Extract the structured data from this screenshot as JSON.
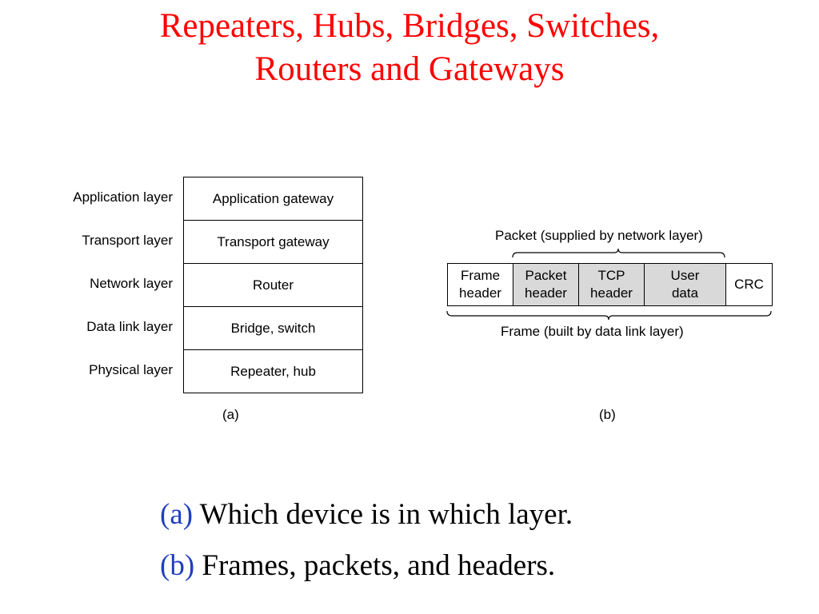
{
  "title": {
    "line1": "Repeaters, Hubs, Bridges, Switches,",
    "line2": "Routers and Gateways"
  },
  "diagram_a": {
    "layers": [
      {
        "layer": "Application layer",
        "device": "Application gateway"
      },
      {
        "layer": "Transport layer",
        "device": "Transport gateway"
      },
      {
        "layer": "Network layer",
        "device": "Router"
      },
      {
        "layer": "Data link layer",
        "device": "Bridge, switch"
      },
      {
        "layer": "Physical layer",
        "device": "Repeater, hub"
      }
    ],
    "caption": "(a)"
  },
  "diagram_b": {
    "packet_label": "Packet (supplied by network layer)",
    "frame_label": "Frame (built by data link layer)",
    "fields": [
      {
        "line1": "Frame",
        "line2": "header"
      },
      {
        "line1": "Packet",
        "line2": "header"
      },
      {
        "line1": "TCP",
        "line2": "header"
      },
      {
        "line1": "User",
        "line2": "data"
      },
      {
        "line1": "CRC",
        "line2": ""
      }
    ],
    "caption": "(b)"
  },
  "captions": [
    {
      "tag": "(a)",
      "text": "Which device is in which layer."
    },
    {
      "tag": "(b)",
      "text": "Frames, packets, and headers."
    }
  ],
  "colors": {
    "title": "#ff0000",
    "caption_tag": "#1f3fbf",
    "shaded_field": "#d9d9d9"
  }
}
